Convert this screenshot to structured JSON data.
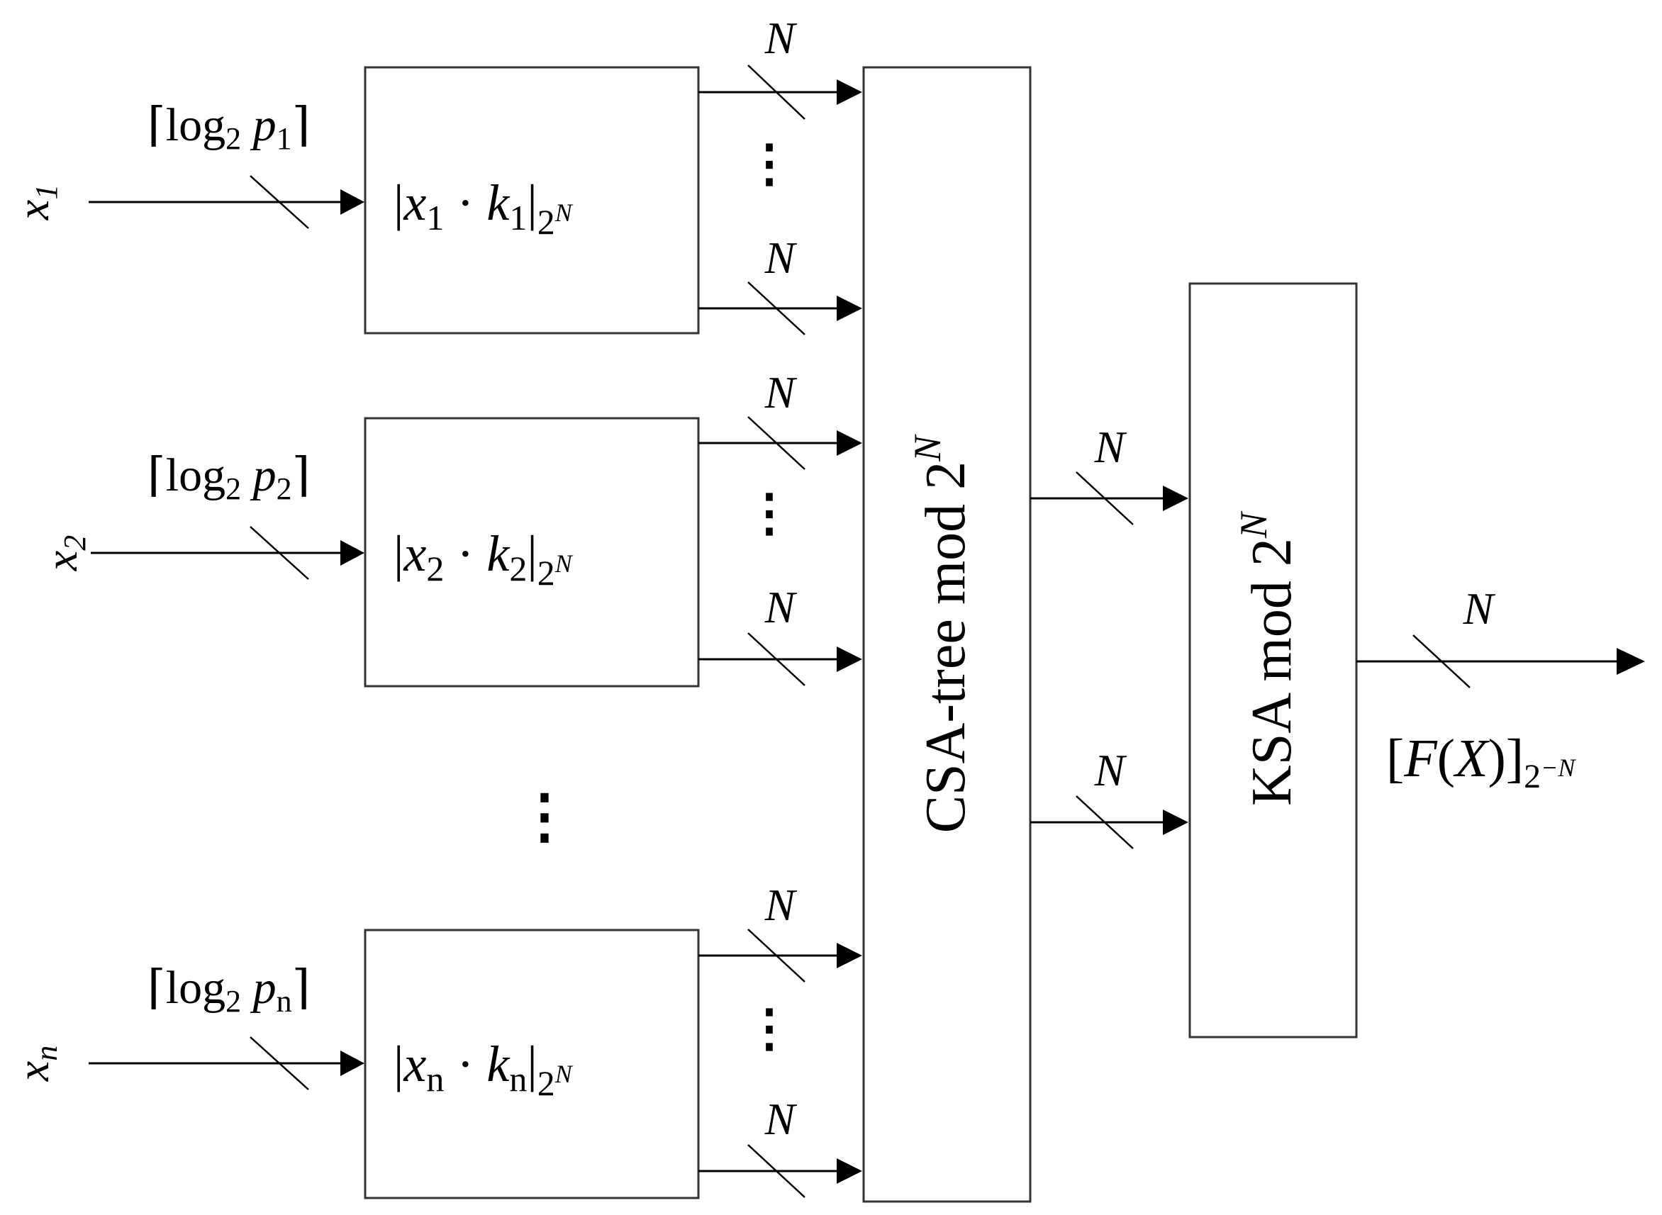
{
  "inputs": [
    {
      "var": "x",
      "sub": "1",
      "width_fn": "log",
      "width_base": "2",
      "width_var": "p",
      "width_sub": "1",
      "block": {
        "x": "x",
        "xsub": "1",
        "k": "k",
        "ksub": "1",
        "mod_base": "2",
        "mod_exp": "N"
      }
    },
    {
      "var": "x",
      "sub": "2",
      "width_fn": "log",
      "width_base": "2",
      "width_var": "p",
      "width_sub": "2",
      "block": {
        "x": "x",
        "xsub": "2",
        "k": "k",
        "ksub": "2",
        "mod_base": "2",
        "mod_exp": "N"
      }
    },
    {
      "var": "x",
      "sub": "n",
      "width_fn": "log",
      "width_base": "2",
      "width_var": "p",
      "width_sub": "n",
      "block": {
        "x": "x",
        "xsub": "n",
        "k": "k",
        "ksub": "n",
        "mod_base": "2",
        "mod_exp": "N"
      }
    }
  ],
  "bus_width_label": "N",
  "csa": {
    "label": "CSA-tree mod 2",
    "exp": "N"
  },
  "ksa": {
    "label": "KSA mod 2",
    "exp": "N"
  },
  "output": {
    "bus_label": "N",
    "fn": "F",
    "arg": "X",
    "sub_base": "2",
    "sub_exp": "−N"
  },
  "ellipsis": "⋮"
}
